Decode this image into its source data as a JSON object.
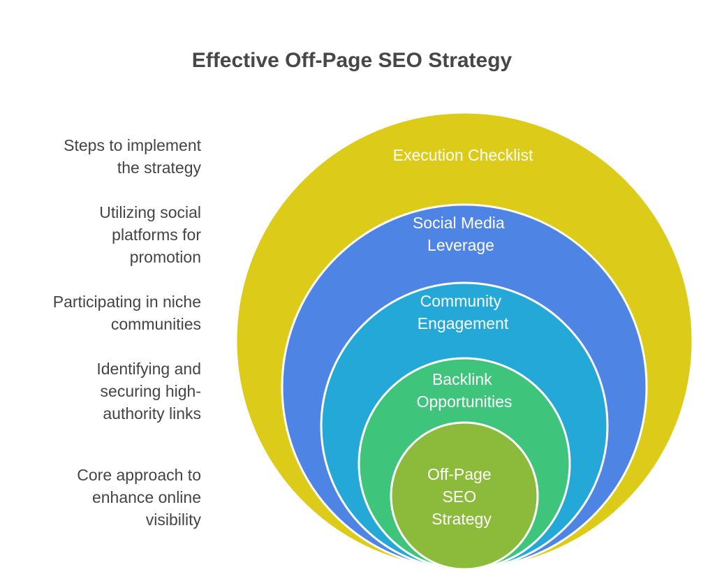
{
  "title": "Effective Off-Page SEO Strategy",
  "layers": [
    {
      "label_lines": [
        "Execution Checklist"
      ],
      "description_lines": [
        "Steps to implement",
        "the strategy"
      ],
      "color": "#dccb18"
    },
    {
      "label_lines": [
        "Social Media",
        "Leverage"
      ],
      "description_lines": [
        "Utilizing social",
        "platforms for",
        "promotion"
      ],
      "color": "#4e85e4"
    },
    {
      "label_lines": [
        "Community",
        "Engagement"
      ],
      "description_lines": [
        "Participating in niche",
        "communities"
      ],
      "color": "#23a8d8"
    },
    {
      "label_lines": [
        "Backlink",
        "Opportunities"
      ],
      "description_lines": [
        "Identifying and",
        "securing high-",
        "authority links"
      ],
      "color": "#3fc57b"
    },
    {
      "label_lines": [
        "Off-Page",
        "SEO",
        "Strategy"
      ],
      "description_lines": [
        "Core approach to",
        "enhance online",
        "visibility"
      ],
      "color": "#8cbb3c"
    }
  ]
}
